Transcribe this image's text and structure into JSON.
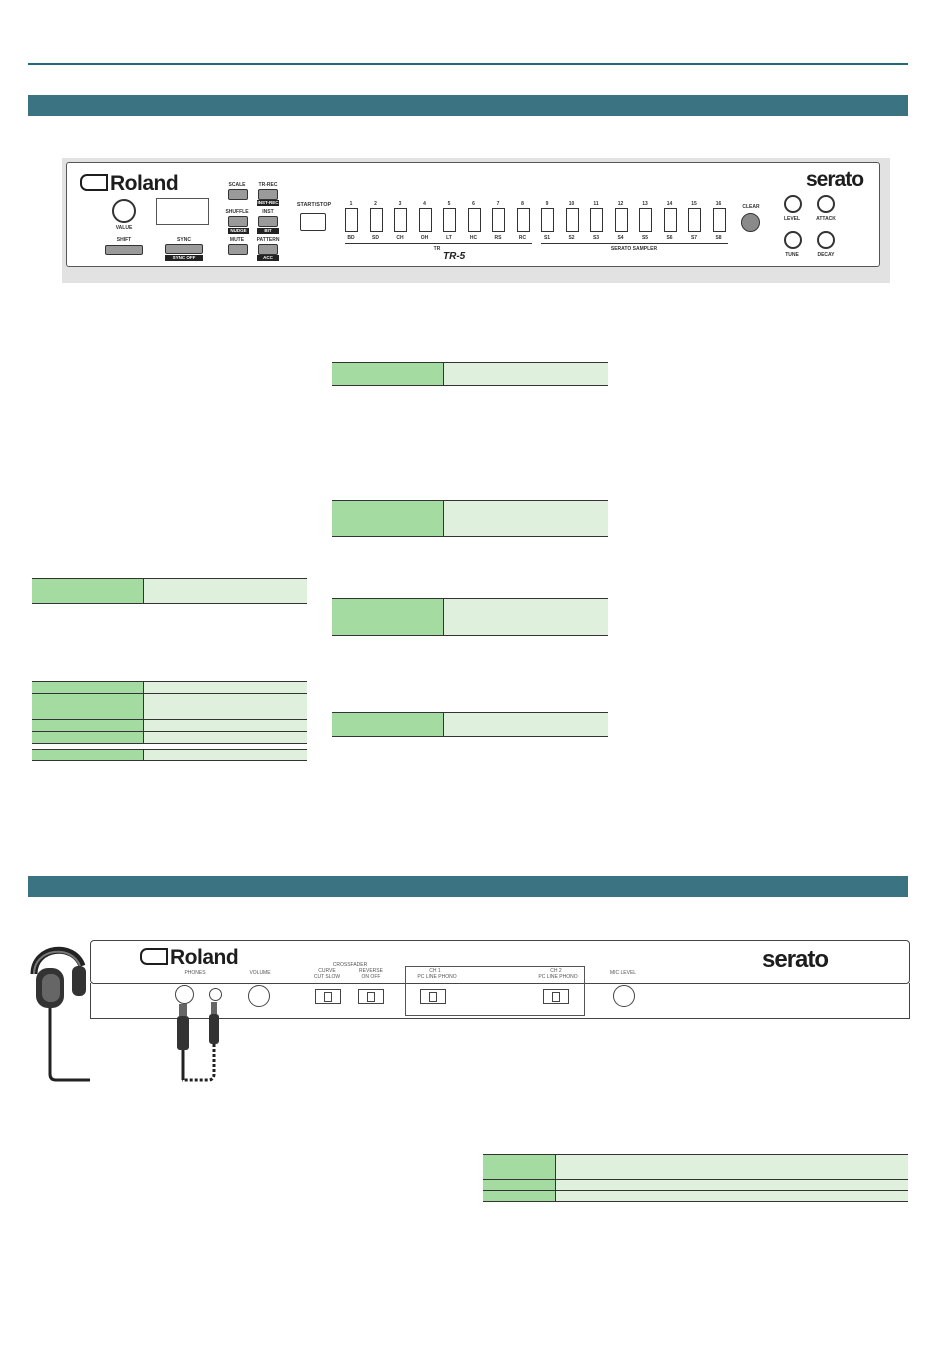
{
  "front_panel": {
    "brand": "Roland",
    "partner": "serato",
    "model": "TR-5",
    "labels": {
      "value": "VALUE",
      "shift": "SHIFT",
      "sync": "SYNC",
      "sync_off": "SYNC OFF",
      "scale": "SCALE",
      "shuffle": "SHUFFLE",
      "nudge": "NUDGE",
      "mute": "MUTE",
      "tr_rec": "TR-REC",
      "inst_rec": "INST-REC",
      "inst": "INST",
      "bit": "BIT",
      "pattern": "PATTERN",
      "acc": "ACC",
      "start_stop": "START/STOP",
      "clear": "CLEAR",
      "tr": "TR",
      "serato_sampler": "SERATO SAMPLER",
      "level": "LEVEL",
      "attack": "ATTACK",
      "tune": "TUNE",
      "decay": "DECAY"
    },
    "pads": [
      {
        "num": "1",
        "inst": "BD"
      },
      {
        "num": "2",
        "inst": "SD"
      },
      {
        "num": "3",
        "inst": "CH"
      },
      {
        "num": "4",
        "inst": "OH"
      },
      {
        "num": "5",
        "inst": "LT"
      },
      {
        "num": "6",
        "inst": "HC"
      },
      {
        "num": "7",
        "inst": "RS"
      },
      {
        "num": "8",
        "inst": "RC"
      },
      {
        "num": "9",
        "inst": "S1"
      },
      {
        "num": "10",
        "inst": "S2"
      },
      {
        "num": "11",
        "inst": "S3"
      },
      {
        "num": "12",
        "inst": "S4"
      },
      {
        "num": "13",
        "inst": "S5"
      },
      {
        "num": "14",
        "inst": "S6"
      },
      {
        "num": "15",
        "inst": "S7"
      },
      {
        "num": "16",
        "inst": "S8"
      }
    ]
  },
  "rear_panel": {
    "brand": "Roland",
    "partner": "serato",
    "labels": {
      "phones": "PHONES",
      "volume": "VOLUME",
      "crossfader": "CROSSFADER",
      "curve": "CURVE",
      "curve_opts": "CUT  SLOW",
      "reverse": "REVERSE",
      "reverse_opts": "ON   OFF",
      "ch1": "CH 1",
      "ch1_opts": "PC  LINE  PHONO",
      "ch2": "CH 2",
      "ch2_opts": "PC  LINE  PHONO",
      "mic_level": "MIC LEVEL"
    }
  }
}
